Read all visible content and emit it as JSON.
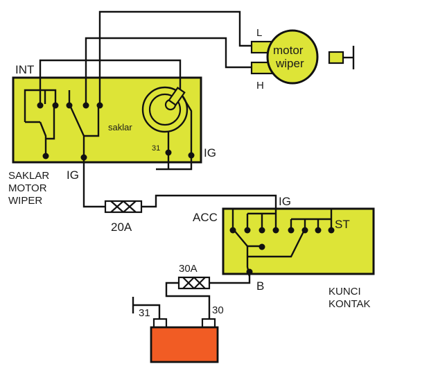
{
  "colors": {
    "component_fill": "#dde437",
    "battery_fill": "#f15c24",
    "wire": "#111111"
  },
  "motor": {
    "label_line1": "motor",
    "label_line2": "wiper",
    "terminal_low": "L",
    "terminal_high": "H"
  },
  "wiper_switch": {
    "terminal_int": "INT",
    "inner_label": "saklar",
    "ground_terminal": "31",
    "ig_terminal_right": "IG",
    "ig_terminal_bottom": "IG",
    "name_line1": "SAKLAR",
    "name_line2": "MOTOR",
    "name_line3": "WIPER"
  },
  "fuses": {
    "main": "20A",
    "battery": "30A"
  },
  "ignition_switch": {
    "terminal_acc": "ACC",
    "terminal_ig": "IG",
    "terminal_st": "ST",
    "terminal_b": "B",
    "name_line1": "KUNCI",
    "name_line2": "KONTAK"
  },
  "battery": {
    "terminal_neg": "31",
    "terminal_pos": "30"
  }
}
